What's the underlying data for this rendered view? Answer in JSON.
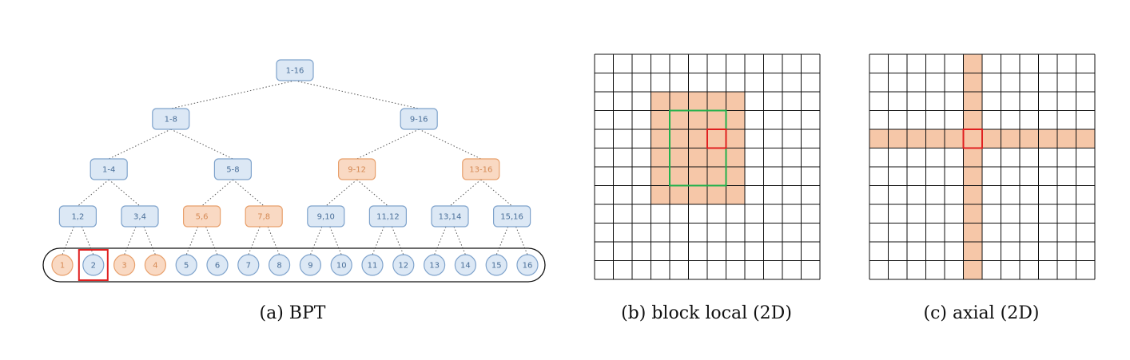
{
  "colors": {
    "blue_fill": "#dce8f5",
    "blue_stroke": "#7fa3cc",
    "blue_text": "#4a6f99",
    "orange_fill": "#f9d9c3",
    "orange_stroke": "#e8a06c",
    "orange_text": "#d58a55",
    "highlight_red": "#e02020",
    "window_green": "#22b14c",
    "grid_line": "#111111",
    "attention_fill": "#f6c7a8"
  },
  "bpt": {
    "caption": "(a)  BPT",
    "levels": [
      [
        {
          "label": "1-16",
          "color": "blue"
        }
      ],
      [
        {
          "label": "1-8",
          "color": "blue"
        },
        {
          "label": "9-16",
          "color": "blue"
        }
      ],
      [
        {
          "label": "1-4",
          "color": "blue"
        },
        {
          "label": "5-8",
          "color": "blue"
        },
        {
          "label": "9-12",
          "color": "orange"
        },
        {
          "label": "13-16",
          "color": "orange"
        }
      ],
      [
        {
          "label": "1,2",
          "color": "blue"
        },
        {
          "label": "3,4",
          "color": "blue"
        },
        {
          "label": "5,6",
          "color": "orange"
        },
        {
          "label": "7,8",
          "color": "orange"
        },
        {
          "label": "9,10",
          "color": "blue"
        },
        {
          "label": "11,12",
          "color": "blue"
        },
        {
          "label": "13,14",
          "color": "blue"
        },
        {
          "label": "15,16",
          "color": "blue"
        }
      ]
    ],
    "leaves": [
      {
        "label": "1",
        "color": "orange"
      },
      {
        "label": "2",
        "color": "blue"
      },
      {
        "label": "3",
        "color": "orange"
      },
      {
        "label": "4",
        "color": "orange"
      },
      {
        "label": "5",
        "color": "blue"
      },
      {
        "label": "6",
        "color": "blue"
      },
      {
        "label": "7",
        "color": "blue"
      },
      {
        "label": "8",
        "color": "blue"
      },
      {
        "label": "9",
        "color": "blue"
      },
      {
        "label": "10",
        "color": "blue"
      },
      {
        "label": "11",
        "color": "blue"
      },
      {
        "label": "12",
        "color": "blue"
      },
      {
        "label": "13",
        "color": "blue"
      },
      {
        "label": "14",
        "color": "blue"
      },
      {
        "label": "15",
        "color": "blue"
      },
      {
        "label": "16",
        "color": "blue"
      }
    ],
    "highlighted_leaf": "2"
  },
  "block_local": {
    "caption": "(b)  block local (2D)",
    "grid_size": 12,
    "query_cell": [
      6,
      4
    ],
    "block_rows": [
      2,
      7
    ],
    "block_cols": [
      3,
      7
    ],
    "window_rows": [
      3,
      6
    ],
    "window_cols": [
      4,
      6
    ]
  },
  "axial": {
    "caption": "(c)  axial (2D)",
    "grid_size": 12,
    "query_cell": [
      5,
      4
    ]
  }
}
